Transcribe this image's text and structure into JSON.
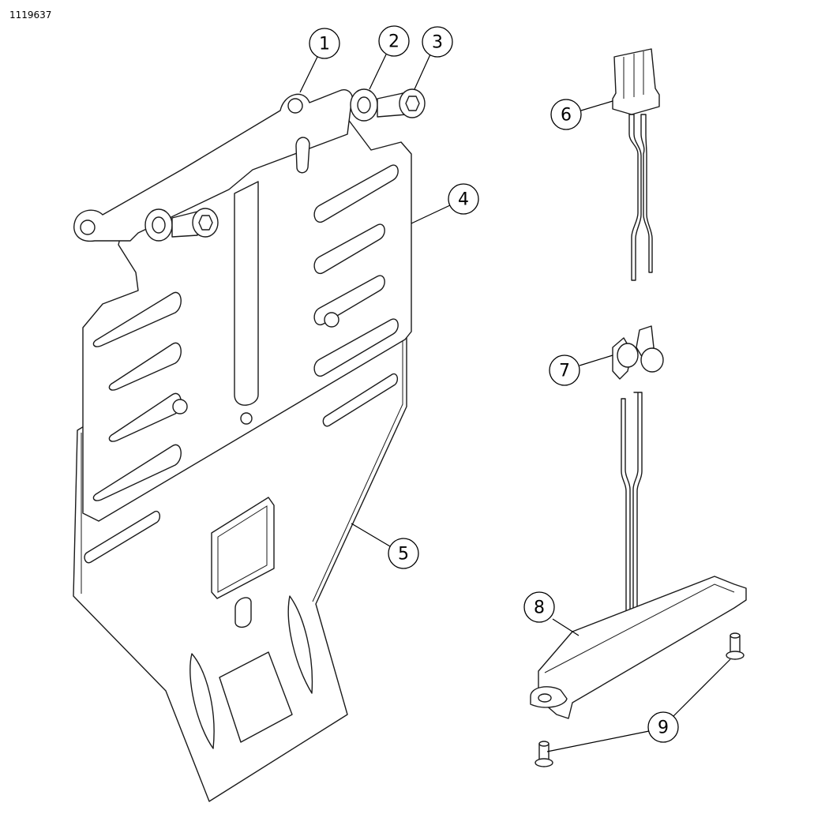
{
  "drawing_number": "1119637",
  "callouts": [
    {
      "label": "1",
      "part": "mounting-bracket"
    },
    {
      "label": "2",
      "part": "washer"
    },
    {
      "label": "3",
      "part": "socket-head-screw"
    },
    {
      "label": "4",
      "part": "slotted-plate"
    },
    {
      "label": "5",
      "part": "base-bracket"
    },
    {
      "label": "6",
      "part": "wire-connector"
    },
    {
      "label": "7",
      "part": "wire-terminals"
    },
    {
      "label": "8",
      "part": "sensor-module"
    },
    {
      "label": "9",
      "part": "rivets"
    }
  ]
}
